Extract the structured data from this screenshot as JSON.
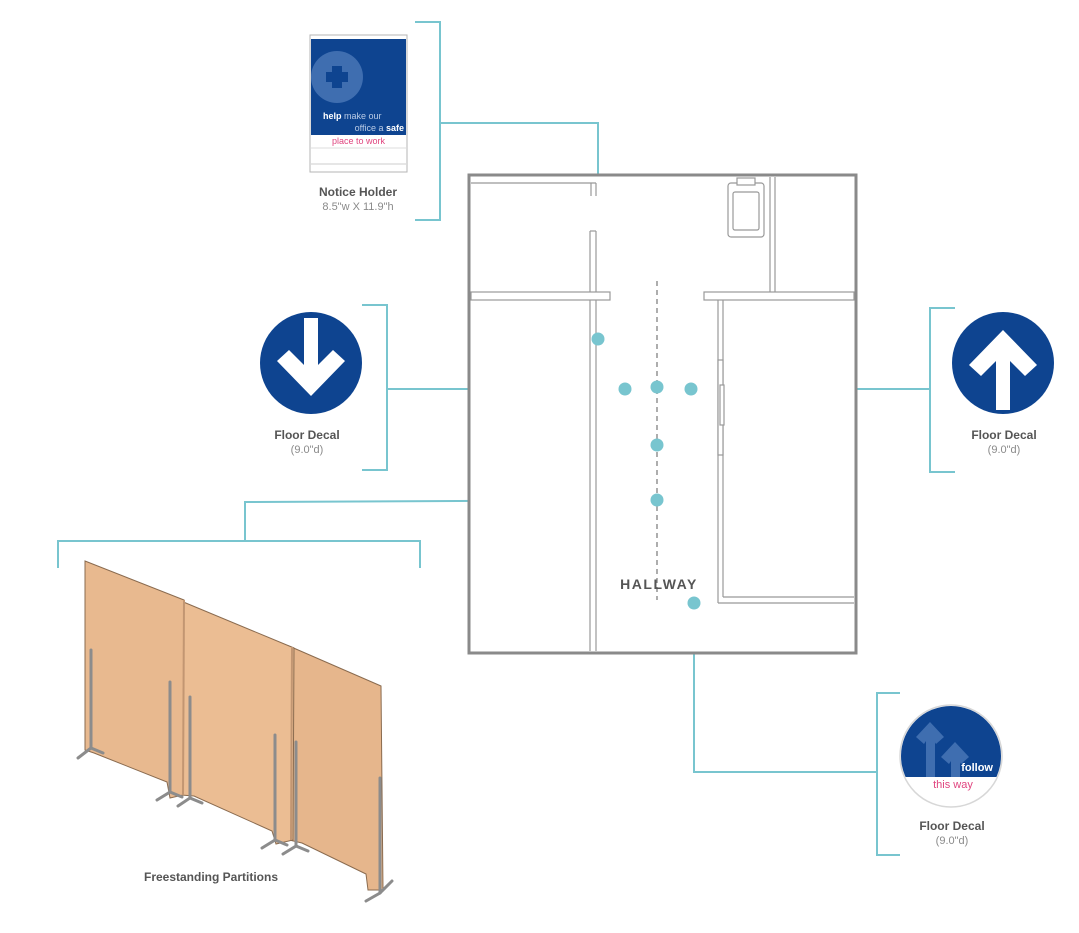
{
  "colors": {
    "navy": "#0e4490",
    "teal": "#78c5cf",
    "pink": "#e0457f",
    "wall": "#8a8a8a",
    "wood": "#e6b68c",
    "label": "#555555"
  },
  "notice_holder": {
    "icon": "plus-icon",
    "line1_bold": "help",
    "line1_rest": " make our",
    "line2_rest": "office a ",
    "line2_bold": "safe",
    "line3": "place to work",
    "title": "Notice Holder",
    "size": "8.5\"w X 11.9\"h"
  },
  "floor_decal_left": {
    "icon": "arrow-down-icon",
    "title": "Floor Decal",
    "size": "(9.0\"d)"
  },
  "floor_decal_right": {
    "icon": "arrow-up-icon",
    "title": "Floor Decal",
    "size": "(9.0\"d)"
  },
  "floor_decal_follow": {
    "icon": "double-arrow-up-icon",
    "word1": "follow",
    "word2": "this way",
    "title": "Floor Decal",
    "size": "(9.0\"d)"
  },
  "floor_plan": {
    "hallway_label": "HALLWAY",
    "desk_icon": "office-chair-icon"
  },
  "partitions": {
    "title": "Freestanding Partitions"
  }
}
